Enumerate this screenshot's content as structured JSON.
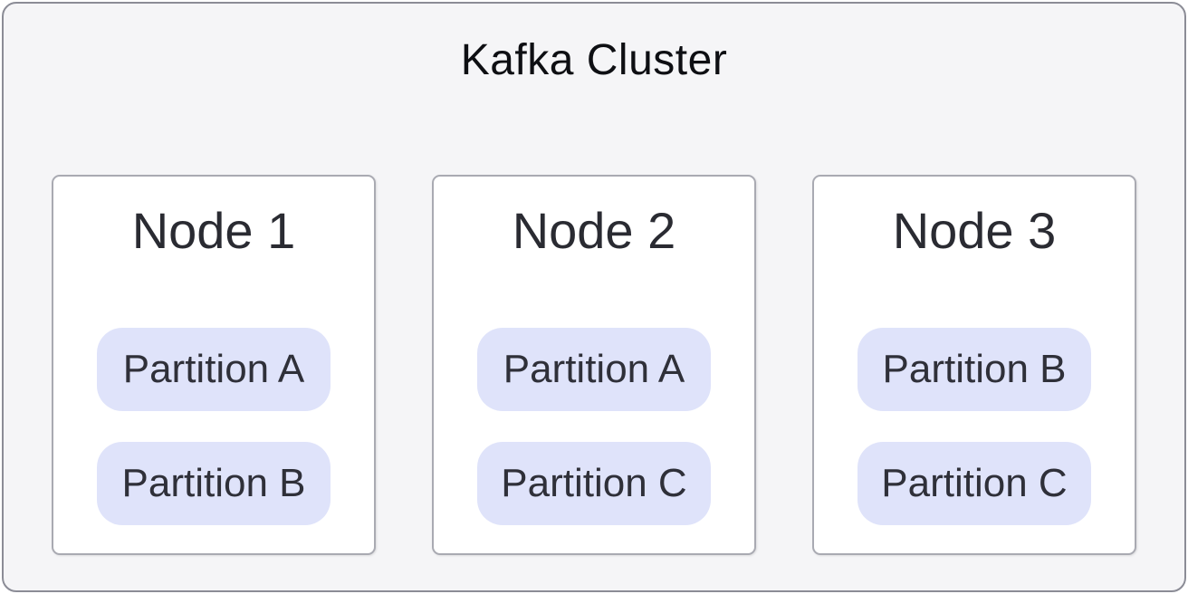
{
  "diagram": {
    "type": "cluster-diagram",
    "title": "Kafka Cluster",
    "nodes": [
      {
        "label": "Node 1",
        "partitions": [
          "Partition A",
          "Partition B"
        ]
      },
      {
        "label": "Node 2",
        "partitions": [
          "Partition A",
          "Partition C"
        ]
      },
      {
        "label": "Node 3",
        "partitions": [
          "Partition B",
          "Partition C"
        ]
      }
    ],
    "colors": {
      "cluster_background": "#f5f5f7",
      "cluster_border": "#8b8c96",
      "node_background": "#ffffff",
      "node_border": "#a9aab2",
      "partition_background": "#dfe3fa",
      "title_text": "#0e0f13",
      "node_title_text": "#2a2b32",
      "partition_text": "#2f3039"
    }
  }
}
